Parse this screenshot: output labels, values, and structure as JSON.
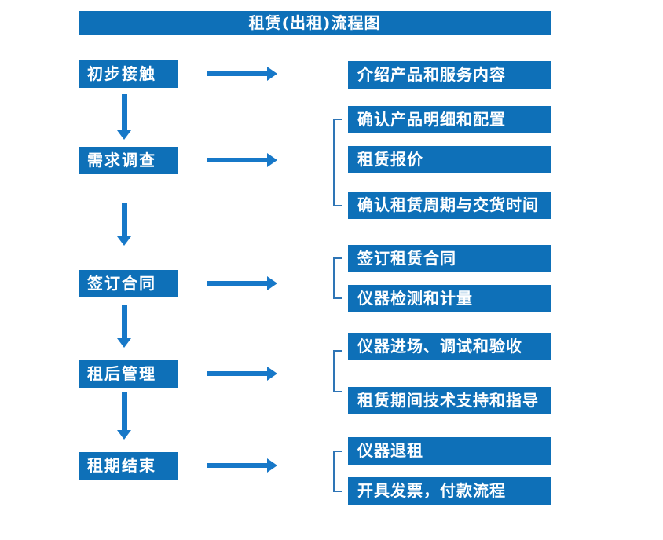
{
  "title": "租赁(出租)流程图",
  "colors": {
    "box_blue": "#0e70b8",
    "arrow_blue": "#1778c8",
    "bracket_blue": "#2e75b6",
    "text_white": "#ffffff",
    "background": "#ffffff"
  },
  "steps": [
    {
      "label": "初步接触",
      "outputs": [
        "介绍产品和服务内容"
      ]
    },
    {
      "label": "需求调查",
      "outputs": [
        "确认产品明细和配置",
        "租赁报价",
        "确认租赁周期与交货时间"
      ]
    },
    {
      "label": "签订合同",
      "outputs": [
        "签订租赁合同",
        "仪器检测和计量"
      ]
    },
    {
      "label": "租后管理",
      "outputs": [
        "仪器进场、调试和验收",
        "租赁期间技术支持和指导"
      ]
    },
    {
      "label": "租期结束",
      "outputs": [
        "仪器退租",
        "开具发票，付款流程"
      ]
    }
  ]
}
